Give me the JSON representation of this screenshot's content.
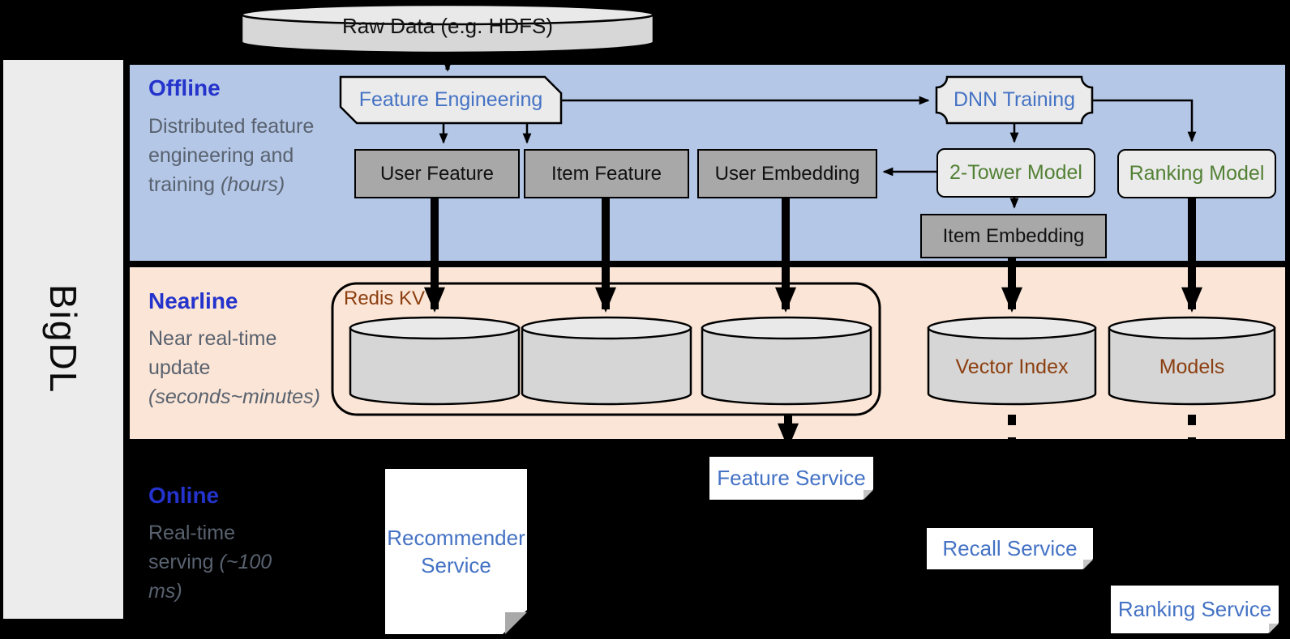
{
  "brand": "BigDL",
  "source_db": {
    "label": "Raw Data (e.g. HDFS)"
  },
  "sections": {
    "offline": {
      "title": "Offline",
      "description": "Distributed feature engineering and training",
      "description_note": "(hours)"
    },
    "nearline": {
      "title": "Nearline",
      "description": "Near real-time update",
      "description_note": "(seconds~minutes)"
    },
    "online": {
      "title": "Online",
      "description": "Real-time serving",
      "description_note": "(~100 ms)"
    }
  },
  "offline_nodes": {
    "feature_engineering": "Feature Engineering",
    "dnn_training": "DNN Training",
    "user_feature": "User Feature",
    "item_feature": "Item Feature",
    "user_embedding": "User Embedding",
    "two_tower_model": "2-Tower Model",
    "ranking_model": "Ranking Model",
    "item_embedding": "Item Embedding"
  },
  "nearline_nodes": {
    "redis_kv": "Redis KV",
    "vector_index": "Vector Index",
    "models": "Models"
  },
  "online_services": {
    "recommender": "Recommender Service",
    "feature": "Feature Service",
    "recall": "Recall Service",
    "ranking": "Ranking Service"
  },
  "colors": {
    "offline_bg": "#b4c7e7",
    "nearline_bg": "#fbe5d6",
    "online_bg": "#000000",
    "sidebar_bg": "#ececec",
    "node_fill_light": "#ebebeb",
    "node_fill_dark": "#a8a8a8",
    "cylinder_fill": "#d6d6d6",
    "accent_blue": "#4472c4",
    "accent_green": "#538135",
    "accent_rust": "#8c3f10",
    "section_title_blue": "#2433cb",
    "section_desc_gray": "#59626f"
  }
}
